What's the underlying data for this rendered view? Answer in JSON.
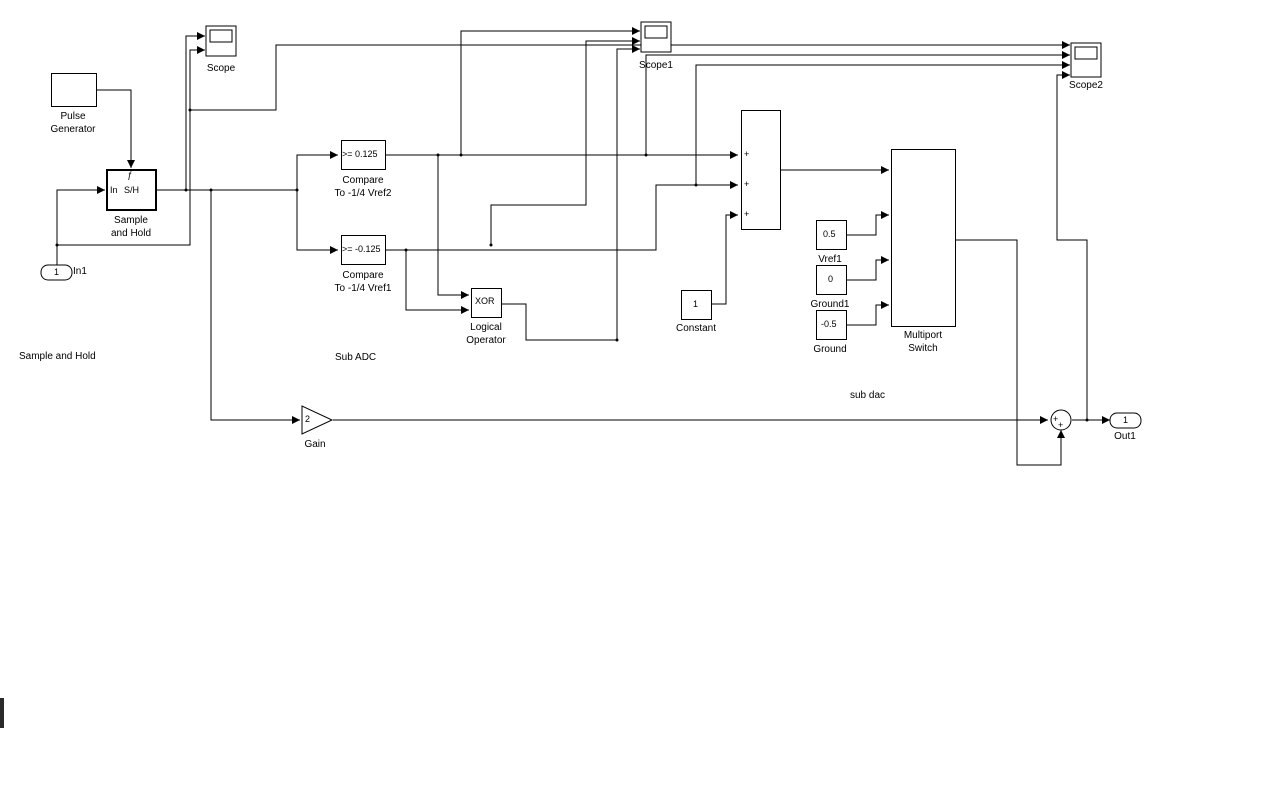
{
  "blocks": {
    "pulse_generator": {
      "label": "Pulse\nGenerator"
    },
    "sample_and_hold": {
      "label": "Sample\nand Hold",
      "port_in": "In",
      "port_out": "S/H",
      "trigger": "ƒ"
    },
    "in1": {
      "label": "In1",
      "value": "1"
    },
    "scope": {
      "label": "Scope"
    },
    "scope1": {
      "label": "Scope1"
    },
    "scope2": {
      "label": "Scope2"
    },
    "compare_vref2": {
      "label": "Compare\nTo -1/4 Vref2",
      "text": ">= 0.125"
    },
    "compare_vref1": {
      "label": "Compare\nTo -1/4 Vref1",
      "text": ">= -0.125"
    },
    "logical_operator": {
      "label": "Logical\nOperator",
      "text": "XOR"
    },
    "constant": {
      "label": "Constant",
      "value": "1"
    },
    "sum_block": {
      "signs": [
        "+",
        "+",
        "+"
      ]
    },
    "vref1": {
      "label": "Vref1",
      "value": "0.5"
    },
    "ground1": {
      "label": "Ground1",
      "value": "0"
    },
    "ground": {
      "label": "Ground",
      "value": "-0.5"
    },
    "multiport_switch": {
      "label": "Multiport\nSwitch"
    },
    "gain": {
      "label": "Gain",
      "value": "2"
    },
    "sum_out": {
      "signs": [
        "+",
        "+"
      ]
    },
    "out1": {
      "label": "Out1",
      "value": "1"
    }
  },
  "annotations": {
    "sample_and_hold": "Sample and Hold",
    "sub_adc": "Sub ADC",
    "sub_dac": "sub dac"
  }
}
